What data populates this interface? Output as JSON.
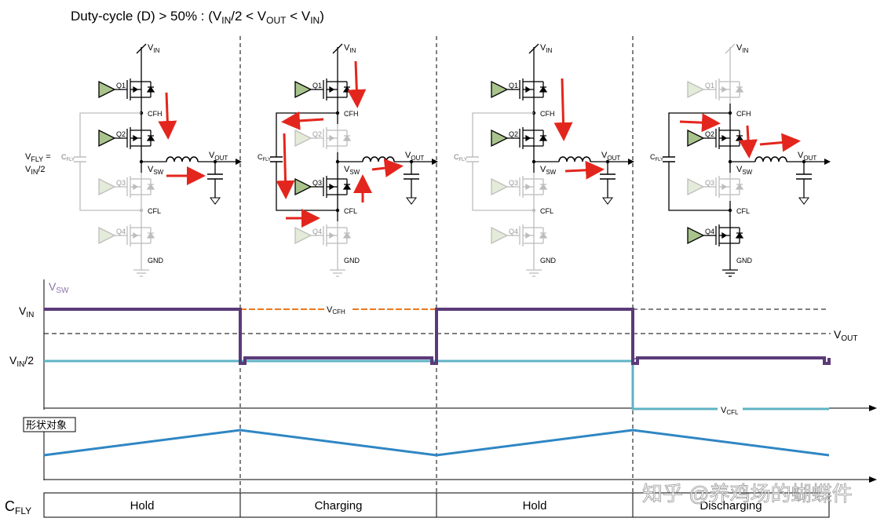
{
  "title": {
    "main": "Duty-cycle (D) > 50% :  (V",
    "s1": "IN",
    "t1": "/2 < V",
    "s2": "OUT",
    "t2": " < V",
    "s3": "IN",
    "t3": ")"
  },
  "circuit_labels": {
    "vin": "V",
    "vin_sub": "IN",
    "vout": "V",
    "vout_sub": "OUT",
    "vsw": "V",
    "vsw_sub": "SW",
    "cfly": "C",
    "cfly_sub": "FLY",
    "cfh": "CFH",
    "cfl": "CFL",
    "gnd": "GND",
    "q1": "Q1",
    "q2": "Q2",
    "q3": "Q3",
    "q4": "Q4",
    "vfly_eq_a": "V",
    "vfly_eq_a_sub": "FLY",
    "vfly_eq_b": " =",
    "vfly_eq_c": "V",
    "vfly_eq_c_sub": "IN",
    "vfly_eq_d": "/2"
  },
  "waveform_labels": {
    "vsw_axis": "V",
    "vsw_axis_sub": "SW",
    "vin_level": "V",
    "vin_level_sub": "IN",
    "vin_half_level": "V",
    "vin_half_level_sub": "IN",
    "vin_half_suffix": "/2",
    "vout_level": "V",
    "vout_level_sub": "OUT",
    "vcfh": "V",
    "vcfh_sub": "CFH",
    "vcfl": "V",
    "vcfl_sub": "CFL",
    "shape_object": "形状对象"
  },
  "cfly_row": {
    "label": "C",
    "label_sub": "FLY",
    "phases": [
      "Hold",
      "Charging",
      "Hold",
      "Discharging"
    ]
  },
  "watermark": "知乎 @养鸡场的蝴蝶件",
  "colors": {
    "vsw": "#5b3a79",
    "vcfh": "#e97a1f",
    "vcfl": "#5fb3c4",
    "cfly_wave": "#2f86c4",
    "arrow": "#e3261d",
    "inactive": "#bdbdbd"
  }
}
